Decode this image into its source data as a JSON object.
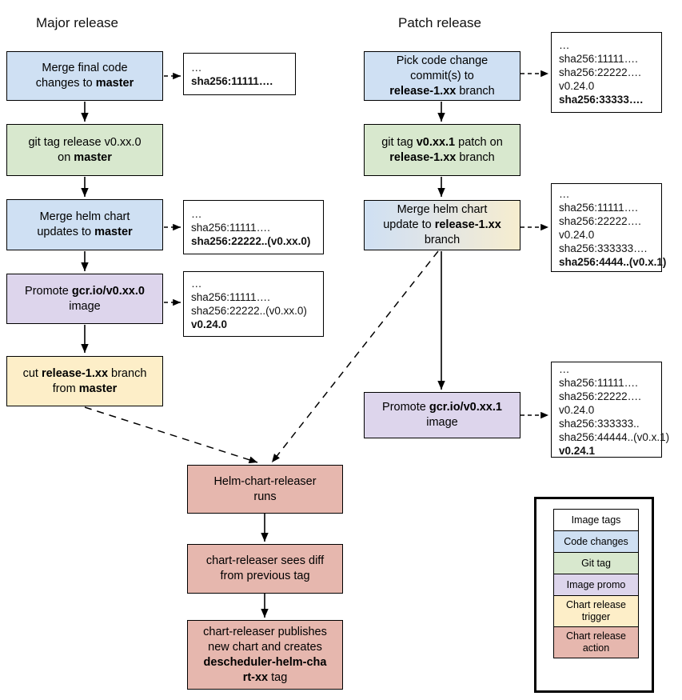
{
  "titles": {
    "major": "Major release",
    "patch": "Patch release"
  },
  "nodes": {
    "major_merge_code": "Merge final code changes to master",
    "major_git_tag": "git tag release v0.xx.0 on master",
    "major_merge_helm": "Merge helm chart updates to master",
    "major_promote": "Promote gcr.io/v0.xx.0 image",
    "major_cut_branch": "cut release-1.xx branch from master",
    "patch_pick_commits": "Pick code change commit(s) to release-1.xx branch",
    "patch_git_tag": "git tag v0.xx.1 patch on release-1.xx branch",
    "patch_merge_helm": "Merge helm chart update to release-1.xx branch",
    "patch_promote": "Promote gcr.io/v0.xx.1 image",
    "releaser_runs": "Helm-chart-releaser runs",
    "releaser_diff": "chart-releaser sees diff from previous tag",
    "releaser_publish": "chart-releaser publishes new chart and creates descheduler-helm-chart-xx tag"
  },
  "tagboxes": {
    "major_1": [
      "…",
      "sha256:11111…."
    ],
    "major_2": [
      "…",
      "sha256:11111….",
      "sha256:22222..(v0.xx.0)"
    ],
    "major_3": [
      "…",
      "sha256:11111….",
      "sha256:22222..(v0.xx.0)",
      "v0.24.0"
    ],
    "patch_1": [
      "…",
      "sha256:11111….",
      "sha256:22222….",
      "v0.24.0",
      "sha256:33333…."
    ],
    "patch_2": [
      "…",
      "sha256:11111….",
      "sha256:22222….",
      "v0.24.0",
      "sha256:333333….",
      "sha256:4444..(v0.x.1)"
    ],
    "patch_3": [
      "…",
      "sha256:11111….",
      "sha256:22222….",
      "v0.24.0",
      "sha256:333333..",
      "sha256:44444..(v0.x.1)",
      "v0.24.1"
    ]
  },
  "legend": {
    "items": [
      {
        "label": "Image tags",
        "color": "#ffffff"
      },
      {
        "label": "Code changes",
        "color": "#cfe0f3"
      },
      {
        "label": "Git tag",
        "color": "#d8e8ce"
      },
      {
        "label": "Image promo",
        "color": "#ddd5ec"
      },
      {
        "label": "Chart release trigger",
        "color": "#fdeec8"
      },
      {
        "label": "Chart release action",
        "color": "#e6b7ae"
      }
    ]
  },
  "colors": {
    "code_changes": "#cfe0f3",
    "git_tag": "#d8e8ce",
    "image_promo": "#ddd5ec",
    "chart_release_trigger": "#fdeec8",
    "chart_release_action": "#e6b7ae",
    "stroke": "#000000",
    "background": "#ffffff"
  }
}
